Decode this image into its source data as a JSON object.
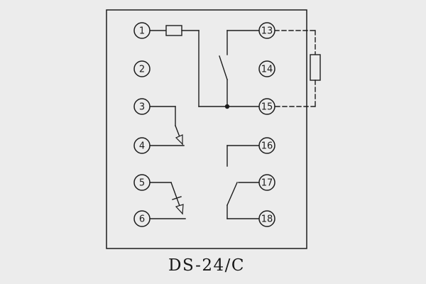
{
  "title": "DS-24/C",
  "colors": {
    "background": "#ececec",
    "line": "#1c1c1c"
  },
  "terminals": {
    "left": [
      {
        "label": "1"
      },
      {
        "label": "2"
      },
      {
        "label": "3"
      },
      {
        "label": "4"
      },
      {
        "label": "5"
      },
      {
        "label": "6"
      }
    ],
    "right": [
      {
        "label": "13"
      },
      {
        "label": "14"
      },
      {
        "label": "15"
      },
      {
        "label": "16"
      },
      {
        "label": "17"
      },
      {
        "label": "18"
      }
    ]
  },
  "symbols": {
    "coil": "coil-resistor-symbol",
    "external_resistor": "external-resistor-symbol",
    "junction": "junction-dot",
    "contacts": [
      "contact-13-15",
      "contact-3-4",
      "contact-5-6",
      "contact-16-17-18"
    ]
  }
}
